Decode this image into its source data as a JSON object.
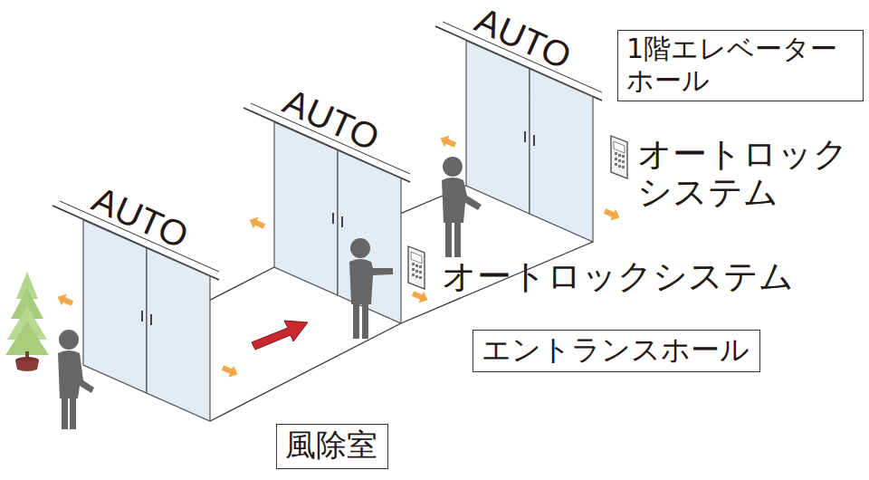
{
  "diagram": {
    "nodes": [
      {
        "text": [
          "1階エレベーター ホール"
        ]
      },
      {
        "text": [
          "エントランスホール"
        ]
      },
      {
        "text": [
          "風除室"
        ]
      }
    ],
    "labels": [
      "AUTO",
      "AUTO",
      "AUTO",
      "オートロック システム",
      "オートロックシステム"
    ]
  }
}
